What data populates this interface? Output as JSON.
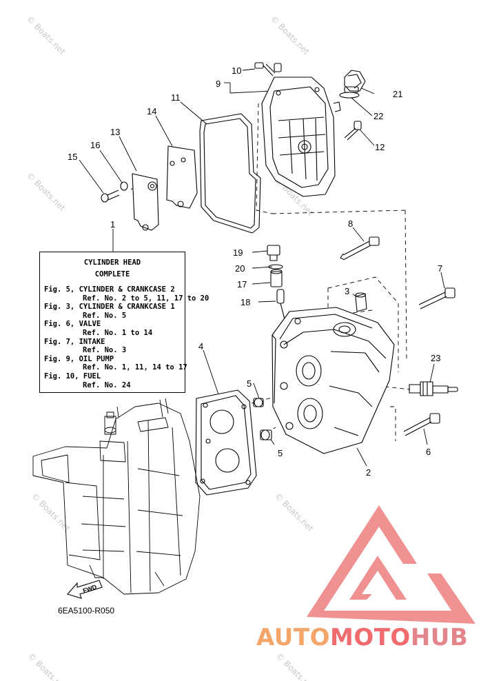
{
  "diagram": {
    "code": "6EA5100-R050",
    "fwd_label": "FWD",
    "callouts": [
      "1",
      "2",
      "3",
      "4",
      "5",
      "5",
      "6",
      "7",
      "8",
      "9",
      "10",
      "11",
      "12",
      "13",
      "14",
      "15",
      "16",
      "17",
      "18",
      "19",
      "20",
      "21",
      "22",
      "23"
    ]
  },
  "legend": {
    "title": "CYLINDER HEAD",
    "subtitle": "COMPLETE",
    "entries": [
      {
        "fig": "Fig. 5, CYLINDER & CRANKCASE 2",
        "ref": "Ref. No. 2 to 5, 11, 17 to 20"
      },
      {
        "fig": "Fig. 3, CYLINDER & CRANKCASE 1",
        "ref": "Ref. No. 5"
      },
      {
        "fig": "Fig. 6, VALVE",
        "ref": "Ref. No. 1 to 14"
      },
      {
        "fig": "Fig. 7, INTAKE",
        "ref": "Ref. No. 3"
      },
      {
        "fig": "Fig. 9, OIL PUMP",
        "ref": "Ref. No. 1, 11, 14 to 17"
      },
      {
        "fig": "Fig. 10, FUEL",
        "ref": "Ref. No. 24"
      }
    ]
  },
  "watermark": {
    "text": "© Boats.net",
    "color": "#c8c8c8"
  },
  "brand": {
    "part1": "AUTO",
    "part2": "MOTO",
    "part3": "HUB",
    "logo_color": "#f08c8c",
    "colors": [
      "#f4a56a",
      "#ef6b6e",
      "#e3858a"
    ]
  }
}
